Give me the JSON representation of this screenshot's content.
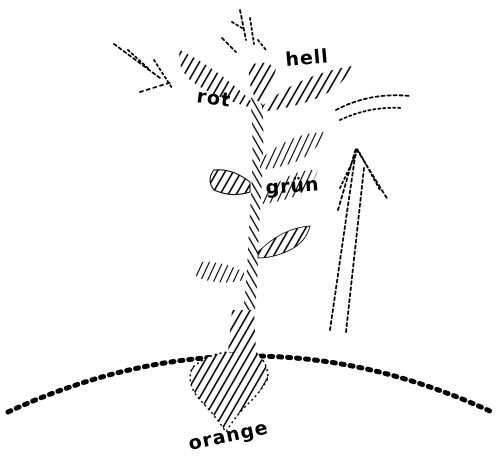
{
  "labels": {
    "hell": "hell",
    "rot": "rot",
    "gruen": "grün",
    "orange": "orange"
  },
  "colors": {
    "ink": "#000000",
    "paper": "#ffffff"
  }
}
